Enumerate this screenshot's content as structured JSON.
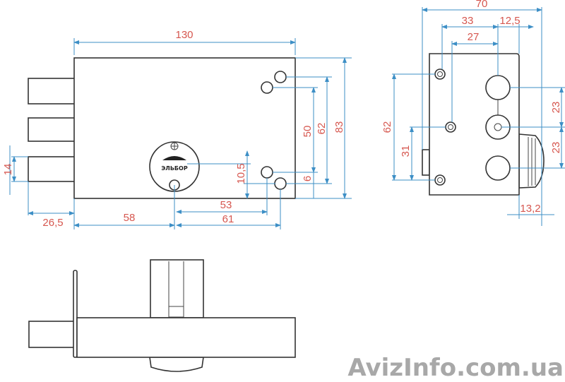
{
  "front_view": {
    "brand_logo": "ЭЛЬБОР",
    "dimensions": {
      "width": "130",
      "height": "83",
      "holes_outer": "62",
      "holes_inner": "50",
      "bolt_width": "14",
      "bolt_projection": "26,5",
      "key_center": "58",
      "key_to_hole_inner": "53",
      "key_to_hole_outer": "61",
      "key_offset": "10,5",
      "hole_offset": "6"
    }
  },
  "side_view": {
    "dimensions": {
      "depth": "70",
      "d33": "33",
      "d12_5": "12,5",
      "d27": "27",
      "d62": "62",
      "d31": "31",
      "d23_top": "23",
      "d23_bottom": "23",
      "cylinder": "13,2"
    }
  },
  "watermark": "AvizInfo.com.ua",
  "colors": {
    "dimension_line": "#3d8fc6",
    "dimension_text": "#d6574f"
  }
}
